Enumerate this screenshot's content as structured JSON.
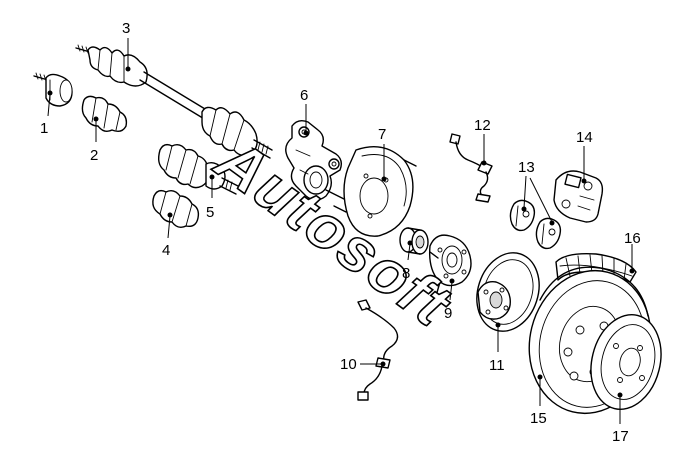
{
  "watermark": "Autosoft",
  "colors": {
    "line": "#000000",
    "background": "#ffffff",
    "shade": "#d9d9d9",
    "dark_shade": "#8c8c8c"
  },
  "parts": [
    {
      "id": "p1",
      "label": "1"
    },
    {
      "id": "p2",
      "label": "2"
    },
    {
      "id": "p3",
      "label": "3"
    },
    {
      "id": "p4",
      "label": "4"
    },
    {
      "id": "p5",
      "label": "5"
    },
    {
      "id": "p6",
      "label": "6"
    },
    {
      "id": "p7",
      "label": "7"
    },
    {
      "id": "p8",
      "label": "8"
    },
    {
      "id": "p9",
      "label": "9"
    },
    {
      "id": "p10",
      "label": "10"
    },
    {
      "id": "p11",
      "label": "11"
    },
    {
      "id": "p12",
      "label": "12"
    },
    {
      "id": "p13",
      "label": "13"
    },
    {
      "id": "p14",
      "label": "14"
    },
    {
      "id": "p15",
      "label": "15"
    },
    {
      "id": "p16",
      "label": "16"
    },
    {
      "id": "p17",
      "label": "17"
    }
  ]
}
